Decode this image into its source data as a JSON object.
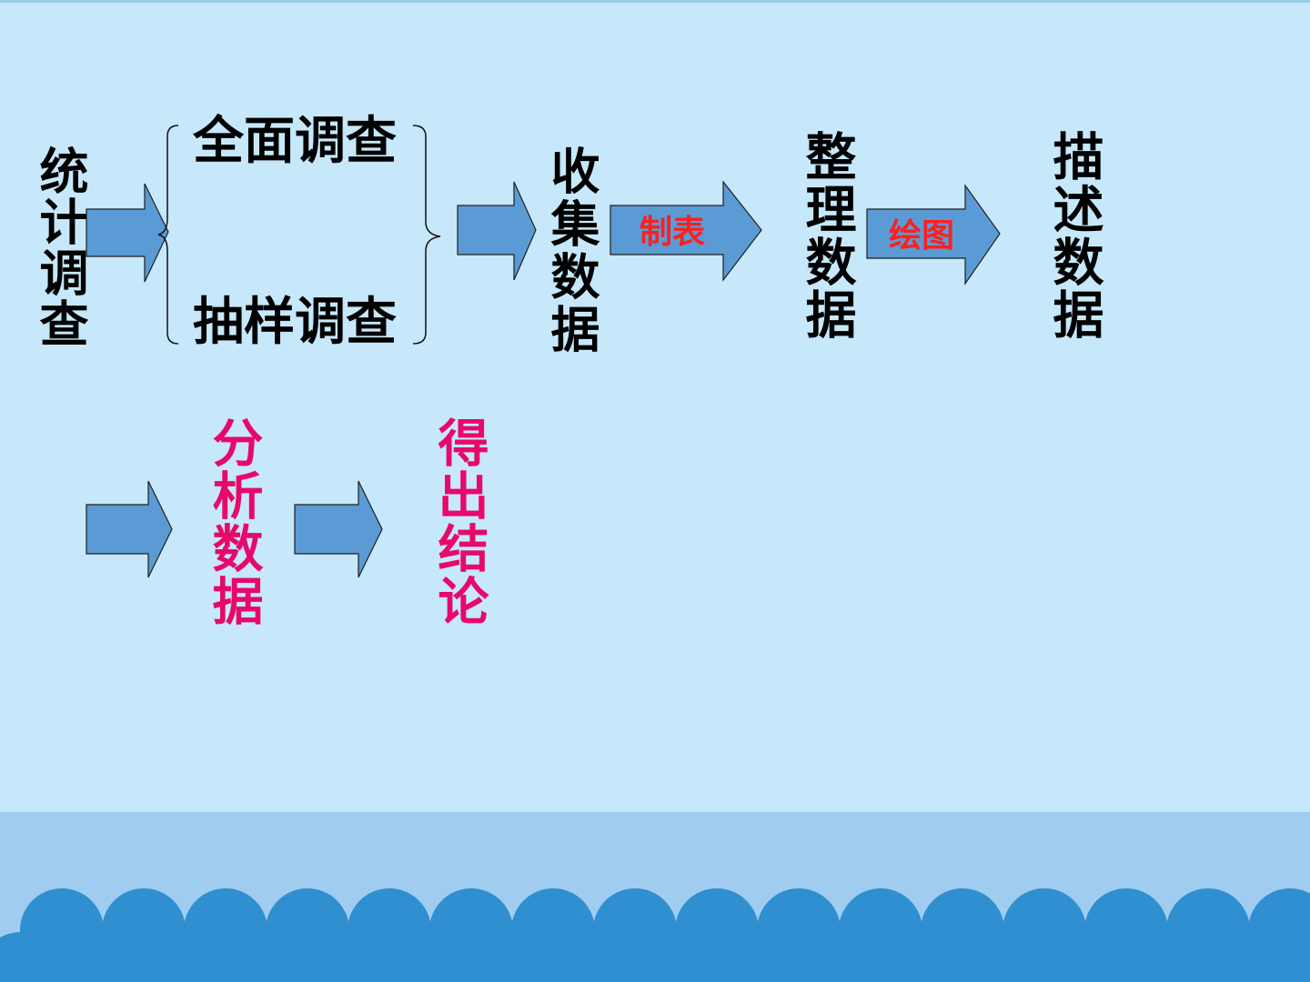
{
  "diagram": {
    "start": "统计调查",
    "branch_top": "全面调查",
    "branch_bottom": "抽样调查",
    "step_collect": "收集数据",
    "step_organize": "整理数据",
    "step_describe": "描述数据",
    "step_analyze": "分析数据",
    "step_conclude": "得出结论",
    "arrow_tabulate_label": "制表",
    "arrow_chart_label": "绘图"
  },
  "colors": {
    "background": "#c6e8fa",
    "arrow_fill": "#5b9bd5",
    "arrow_label": "#ff1f1f",
    "highlight_text": "#e8086a",
    "wave_dark": "#2f8fd0",
    "footer_band": "#a0cdef"
  }
}
